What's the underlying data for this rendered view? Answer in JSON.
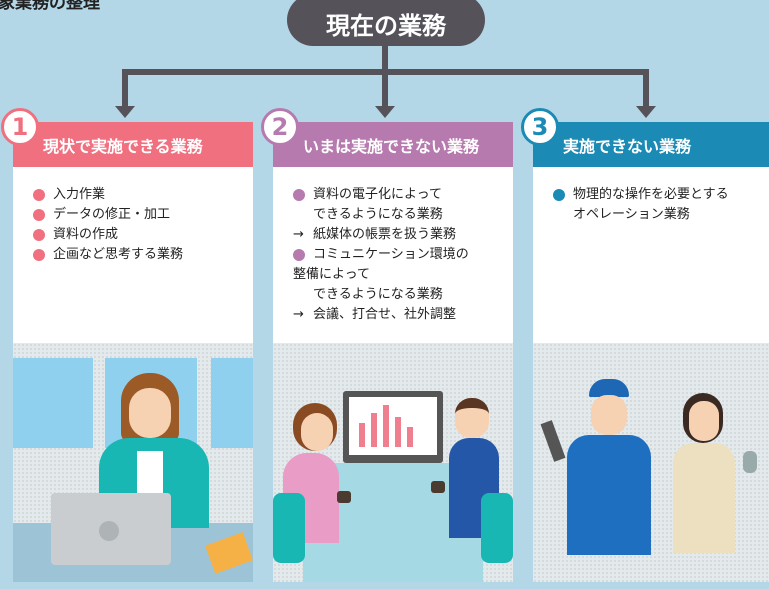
{
  "page_heading_partial": "象業務の整理",
  "root": {
    "label": "現在の業務"
  },
  "colors": {
    "bg": "#b3d7e7",
    "root": "#55525a",
    "c1": "#f0707f",
    "c2": "#b77aae",
    "c3": "#1b8ab5"
  },
  "cards": [
    {
      "number": "1",
      "title": "現状で実施できる業務",
      "items": [
        "入力作業",
        "データの修正・加工",
        "資料の作成",
        "企画など思考する業務"
      ]
    },
    {
      "number": "2",
      "title": "いまは実施できない業務",
      "items": [
        {
          "type": "bullet",
          "lines": [
            "資料の電子化によって",
            "できるようになる業務"
          ]
        },
        {
          "type": "arrow",
          "lines": [
            "紙媒体の帳票を扱う業務"
          ]
        },
        {
          "type": "bullet",
          "lines": [
            "コミュニケーション環境の",
            "整備によって",
            "できるようになる業務"
          ]
        },
        {
          "type": "arrow",
          "lines": [
            "会議、打合せ、社外調整"
          ]
        }
      ],
      "arrow_symbol": "→"
    },
    {
      "number": "3",
      "title": "実施できない業務",
      "items": [
        {
          "lines": [
            "物理的な操作を必要とする",
            "オペレーション業務"
          ]
        }
      ]
    }
  ]
}
